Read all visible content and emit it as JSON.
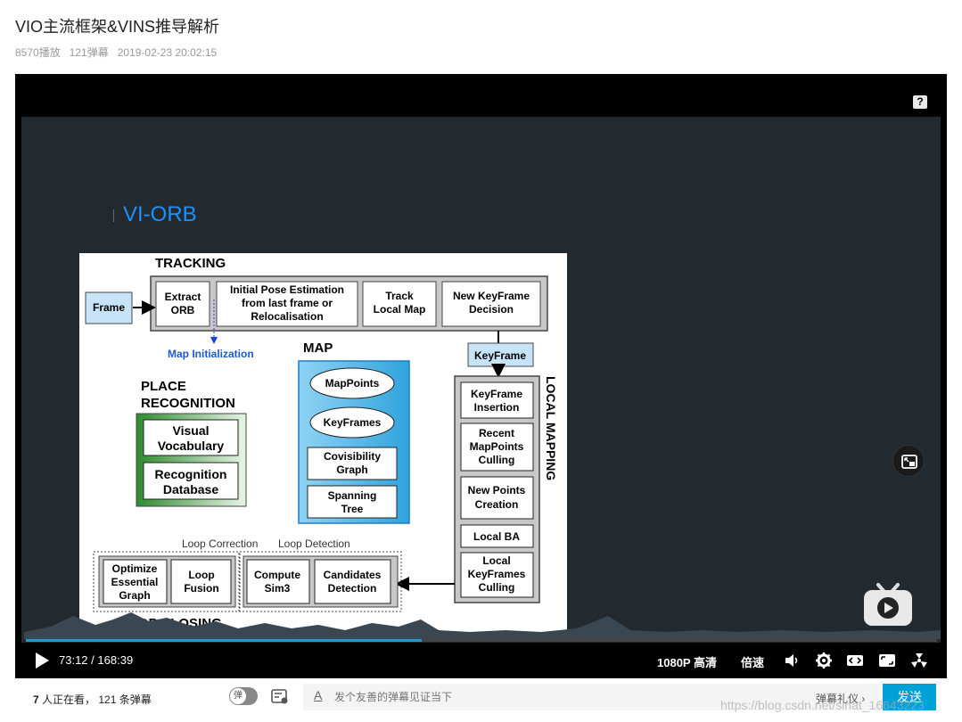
{
  "video": {
    "title": "VIO主流框架&VINS推导解析",
    "plays": "8570播放",
    "danmaku_count": "121弹幕",
    "date": "2019-02-23 20:02:15"
  },
  "player": {
    "help_label": "?",
    "current_time": "73:12",
    "separator": "/",
    "total_time": "168:39",
    "progress": 0.434,
    "quality_label": "1080P 高清",
    "speed_label": "倍速"
  },
  "slide": {
    "title": "VI-ORB",
    "diagram": {
      "tracking": "TRACKING",
      "frame": "Frame",
      "extract_orb_1": "Extract",
      "extract_orb_2": "ORB",
      "init_pose_1": "Initial Pose Estimation",
      "init_pose_2": "from last frame or",
      "init_pose_3": "Relocalisation",
      "track_map_1": "Track",
      "track_map_2": "Local Map",
      "new_kf_1": "New KeyFrame",
      "new_kf_2": "Decision",
      "map_init": "Map Initialization",
      "map": "MAP",
      "keyframe": "KeyFrame",
      "mappoints": "MapPoints",
      "keyframes": "KeyFrames",
      "covis_1": "Covisibility",
      "covis_2": "Graph",
      "spanning_1": "Spanning",
      "spanning_2": "Tree",
      "place_1": "PLACE",
      "place_2": "RECOGNITION",
      "visual_1": "Visual",
      "visual_2": "Vocabulary",
      "recog_1": "Recognition",
      "recog_2": "Database",
      "local_mapping": "LOCAL MAPPING",
      "kf_insert_1": "KeyFrame",
      "kf_insert_2": "Insertion",
      "recent_1": "Recent",
      "recent_2": "MapPoints",
      "recent_3": "Culling",
      "newpts_1": "New Points",
      "newpts_2": "Creation",
      "local_ba": "Local BA",
      "lkf_1": "Local",
      "lkf_2": "KeyFrames",
      "lkf_3": "Culling",
      "loop_correction": "Loop Correction",
      "loop_detection": "Loop Detection",
      "opt_1": "Optimize",
      "opt_2": "Essential",
      "opt_3": "Graph",
      "fusion_1": "Loop",
      "fusion_2": "Fusion",
      "sim3_1": "Compute",
      "sim3_2": "Sim3",
      "cand_1": "Candidates",
      "cand_2": "Detection",
      "loop_closing": "LOOP CLOSING"
    }
  },
  "bottom": {
    "watching_count": "7",
    "watching_text": " 人正在看，",
    "danmaku_text": "121 条弹幕",
    "toggle_label": "弹",
    "font_label": "A",
    "input_placeholder": "发个友善的弹幕见证当下",
    "etiquette": "弹幕礼仪 ›",
    "send_label": "发送"
  },
  "watermark": "https://blog.csdn.net/sinat_16643223"
}
